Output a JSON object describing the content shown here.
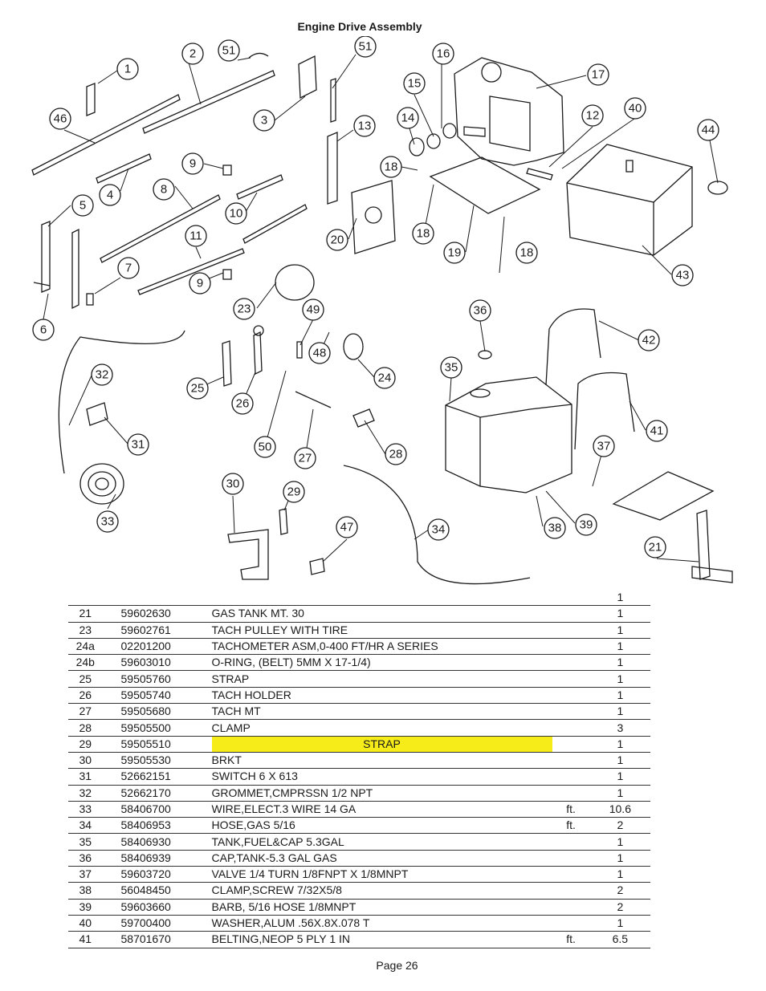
{
  "title": "Engine Drive Assembly",
  "callouts": [
    "1",
    "2",
    "51",
    "51",
    "16",
    "17",
    "46",
    "3",
    "13",
    "15",
    "14",
    "12",
    "40",
    "44",
    "9",
    "18",
    "4",
    "8",
    "10",
    "5",
    "20",
    "18",
    "19",
    "18",
    "11",
    "7",
    "9",
    "43",
    "23",
    "49",
    "48",
    "36",
    "42",
    "6",
    "32",
    "24",
    "35",
    "25",
    "26",
    "31",
    "41",
    "50",
    "27",
    "28",
    "37",
    "30",
    "29",
    "47",
    "34",
    "38",
    "39",
    "33",
    "21"
  ],
  "table": {
    "header_qty": "1",
    "rows": [
      {
        "item": "21",
        "part": "59602630",
        "desc": "GAS TANK MT. 30",
        "unit": "",
        "qty": "1"
      },
      {
        "item": "23",
        "part": "59602761",
        "desc": "TACH PULLEY WITH TIRE",
        "unit": "",
        "qty": "1"
      },
      {
        "item": "24a",
        "part": "02201200",
        "desc": "TACHOMETER ASM,0-400 FT/HR A SERIES",
        "unit": "",
        "qty": "1"
      },
      {
        "item": "24b",
        "part": "59603010",
        "desc": "O-RING, (BELT) 5MM X 17-1/4)",
        "unit": "",
        "qty": "1"
      },
      {
        "item": "25",
        "part": "59505760",
        "desc": "STRAP",
        "unit": "",
        "qty": "1"
      },
      {
        "item": "26",
        "part": "59505740",
        "desc": "TACH HOLDER",
        "unit": "",
        "qty": "1"
      },
      {
        "item": "27",
        "part": "59505680",
        "desc": "TACH MT",
        "unit": "",
        "qty": "1"
      },
      {
        "item": "28",
        "part": "59505500",
        "desc": "CLAMP",
        "unit": "",
        "qty": "3"
      },
      {
        "item": "29",
        "part": "59505510",
        "desc": "STRAP",
        "unit": "",
        "qty": "1",
        "highlight": true
      },
      {
        "item": "30",
        "part": "59505530",
        "desc": "BRKT",
        "unit": "",
        "qty": "1"
      },
      {
        "item": "31",
        "part": "52662151",
        "desc": "SWITCH 6 X 613",
        "unit": "",
        "qty": "1"
      },
      {
        "item": "32",
        "part": "52662170",
        "desc": "GROMMET,CMPRSSN 1/2 NPT",
        "unit": "",
        "qty": "1"
      },
      {
        "item": "33",
        "part": "58406700",
        "desc": "WIRE,ELECT.3 WIRE 14 GA",
        "unit": "ft.",
        "qty": "10.6"
      },
      {
        "item": "34",
        "part": "58406953",
        "desc": "HOSE,GAS 5/16",
        "unit": "ft.",
        "qty": "2"
      },
      {
        "item": "35",
        "part": "58406930",
        "desc": "TANK,FUEL&CAP 5.3GAL",
        "unit": "",
        "qty": "1"
      },
      {
        "item": "36",
        "part": "58406939",
        "desc": "CAP,TANK-5.3 GAL GAS",
        "unit": "",
        "qty": "1"
      },
      {
        "item": "37",
        "part": "59603720",
        "desc": "VALVE 1/4 TURN 1/8FNPT X 1/8MNPT",
        "unit": "",
        "qty": "1"
      },
      {
        "item": "38",
        "part": "56048450",
        "desc": "CLAMP,SCREW 7/32X5/8",
        "unit": "",
        "qty": "2"
      },
      {
        "item": "39",
        "part": "59603660",
        "desc": "BARB, 5/16 HOSE 1/8MNPT",
        "unit": "",
        "qty": "2"
      },
      {
        "item": "40",
        "part": "59700400",
        "desc": "WASHER,ALUM .56X.8X.078 T",
        "unit": "",
        "qty": "1"
      },
      {
        "item": "41",
        "part": "58701670",
        "desc": "BELTING,NEOP 5 PLY 1 IN",
        "unit": "ft.",
        "qty": "6.5"
      }
    ]
  },
  "page": "Page 26"
}
